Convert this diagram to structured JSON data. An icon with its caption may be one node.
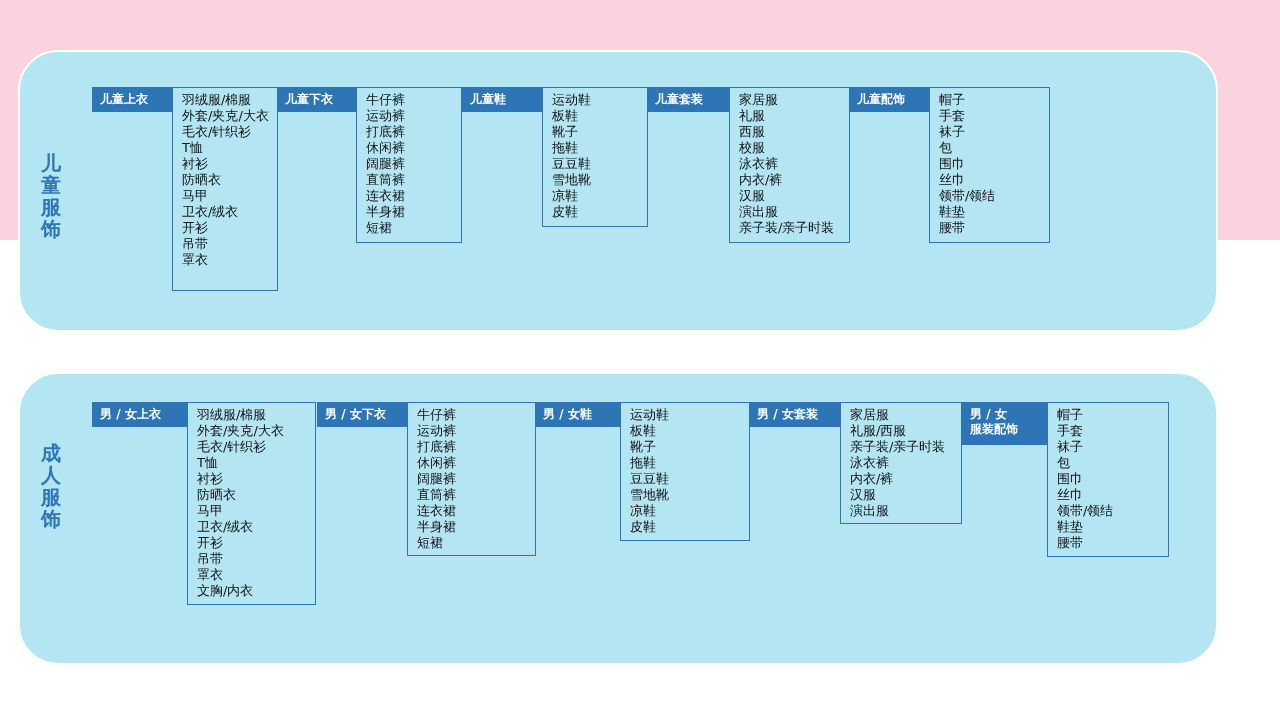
{
  "diagram": {
    "nodes": [
      {
        "text": [
          "儿童服饰"
        ]
      },
      {
        "text": [
          "儿童上衣"
        ],
        "in": 0
      },
      {
        "text": [
          "羽绒服/棉服",
          "外套/夹克/大衣",
          "毛衣/针织衫",
          "T恤",
          "衬衫",
          "防晒衣",
          "马甲",
          "卫衣/绒衣",
          "开衫",
          "吊带",
          "罩衣"
        ],
        "in": 0
      },
      {
        "text": [
          "儿童下衣"
        ],
        "in": 0
      },
      {
        "text": [
          "牛仔裤",
          "运动裤",
          "打底裤",
          "休闲裤",
          "阔腿裤",
          "直筒裤",
          "连衣裙",
          "半身裙",
          "短裙"
        ],
        "in": 0
      },
      {
        "text": [
          "儿童鞋"
        ],
        "in": 0
      },
      {
        "text": [
          "运动鞋",
          "板鞋",
          "靴子",
          "拖鞋",
          "豆豆鞋",
          "雪地靴",
          "凉鞋",
          "皮鞋"
        ],
        "in": 0
      },
      {
        "text": [
          "儿童套装"
        ],
        "in": 0
      },
      {
        "text": [
          "家居服",
          "礼服",
          "西服",
          "校服",
          "泳衣裤",
          "内衣/裤",
          "汉服",
          "演出服",
          "亲子装/亲子时装"
        ],
        "in": 0
      },
      {
        "text": [
          "儿童配饰"
        ],
        "in": 0
      },
      {
        "text": [
          "帽子",
          "手套",
          "袜子",
          "包",
          "围巾",
          "丝巾",
          "领带/领结",
          "鞋垫",
          "腰带"
        ],
        "in": 0
      },
      {
        "text": [
          "成人服饰"
        ]
      },
      {
        "text": [
          "男 / 女上衣"
        ],
        "in": 11
      },
      {
        "text": [
          "羽绒服/棉服",
          "外套/夹克/大衣",
          "毛衣/针织衫",
          "T恤",
          "衬衫",
          "防晒衣",
          "马甲",
          "卫衣/绒衣",
          "开衫",
          "吊带",
          "罩衣",
          "文胸/内衣"
        ],
        "in": 11
      },
      {
        "text": [
          "男 / 女下衣"
        ],
        "in": 11
      },
      {
        "text": [
          "牛仔裤",
          "运动裤",
          "打底裤",
          "休闲裤",
          "阔腿裤",
          "直筒裤",
          "连衣裙",
          "半身裙",
          "短裙"
        ],
        "in": 11
      },
      {
        "text": [
          "男 / 女鞋"
        ],
        "in": 11
      },
      {
        "text": [
          "运动鞋",
          "板鞋",
          "靴子",
          "拖鞋",
          "豆豆鞋",
          "雪地靴",
          "凉鞋",
          "皮鞋"
        ],
        "in": 11
      },
      {
        "text": [
          "男 / 女套装"
        ],
        "in": 11
      },
      {
        "text": [
          "家居服",
          "礼服/西服",
          "亲子装/亲子时装",
          "泳衣裤",
          "内衣/裤",
          "汉服",
          "演出服"
        ],
        "in": 11
      },
      {
        "text": [
          "男 / 女",
          "服装配饰"
        ],
        "in": 11
      },
      {
        "text": [
          "帽子",
          "手套",
          "袜子",
          "包",
          "围巾",
          "丝巾",
          "领带/领结",
          "鞋垫",
          "腰带"
        ],
        "in": 11
      }
    ]
  }
}
